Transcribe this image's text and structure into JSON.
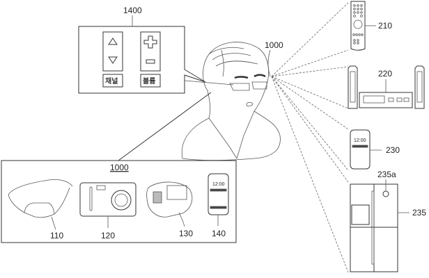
{
  "figure": {
    "user_device_label": "1000",
    "control_panel": {
      "ref": "1400",
      "channel": {
        "up_icon": "triangle-up",
        "down_icon": "triangle-down",
        "label": "채널"
      },
      "volume": {
        "up_icon": "plus",
        "down_icon": "minus",
        "label": "볼륨"
      }
    },
    "targets": [
      {
        "ref": "210",
        "name": "remote-control"
      },
      {
        "ref": "220",
        "name": "audio-system"
      },
      {
        "ref": "230",
        "name": "smartphone"
      },
      {
        "ref": "235",
        "name": "refrigerator"
      },
      {
        "ref": "235a",
        "name": "refrigerator-sensor"
      }
    ],
    "device_group": {
      "title": "1000",
      "items": [
        {
          "ref": "110",
          "name": "smart-glasses"
        },
        {
          "ref": "120",
          "name": "camera"
        },
        {
          "ref": "130",
          "name": "smart-watch"
        },
        {
          "ref": "140",
          "name": "smartphone"
        }
      ]
    }
  }
}
